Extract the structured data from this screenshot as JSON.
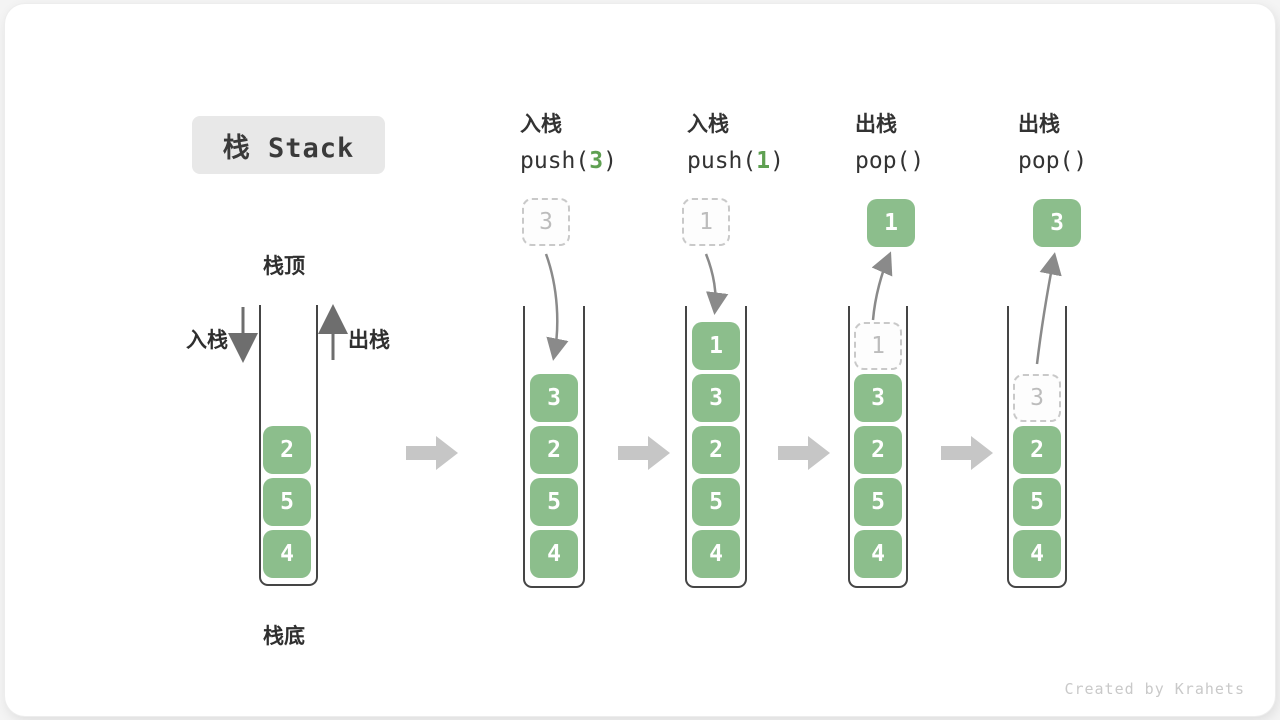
{
  "title": "栈 Stack",
  "watermark": "Created by Krahets",
  "legend": {
    "stack_top": "栈顶",
    "stack_bottom": "栈底",
    "push_side": "入栈",
    "pop_side": "出栈"
  },
  "initial_stack": {
    "blocks": [
      "2",
      "5",
      "4"
    ]
  },
  "steps": [
    {
      "op_label": "入栈",
      "code_pre": "push(",
      "code_arg": "3",
      "code_post": ")",
      "floating_value": "3",
      "floating_style": "ghost",
      "blocks": [
        "3",
        "2",
        "5",
        "4"
      ]
    },
    {
      "op_label": "入栈",
      "code_pre": "push(",
      "code_arg": "1",
      "code_post": ")",
      "floating_value": "1",
      "floating_style": "ghost",
      "blocks": [
        "1",
        "3",
        "2",
        "5",
        "4"
      ]
    },
    {
      "op_label": "出栈",
      "code_pre": "pop()",
      "code_arg": "",
      "code_post": "",
      "floating_value": "1",
      "floating_style": "solid",
      "ghost_value": "1",
      "blocks": [
        "3",
        "2",
        "5",
        "4"
      ]
    },
    {
      "op_label": "出栈",
      "code_pre": "pop()",
      "code_arg": "",
      "code_post": "",
      "floating_value": "3",
      "floating_style": "solid",
      "ghost_value": "3",
      "blocks": [
        "2",
        "5",
        "4"
      ]
    }
  ],
  "colors": {
    "block_green": "#8cbe8c",
    "code_arg_green": "#5fa052",
    "step_arrow_gray": "#c6c6c6",
    "curve_arrow_gray": "#8a8a8a",
    "title_bg": "#e8e8e8"
  }
}
